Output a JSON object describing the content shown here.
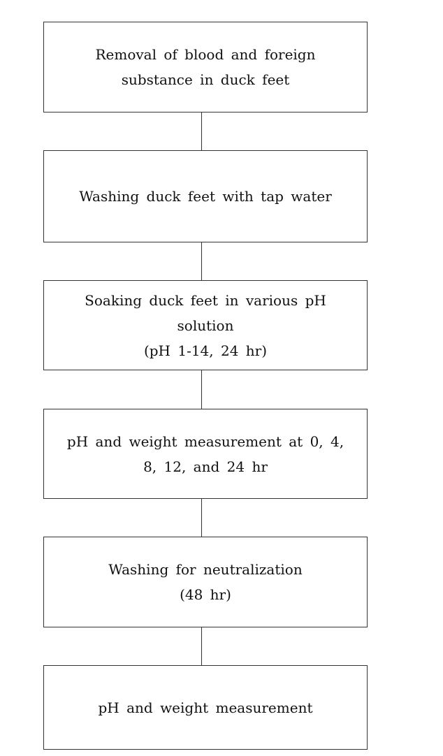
{
  "steps": [
    {
      "lines": [
        "Removal of blood and foreign",
        "substance in duck feet"
      ]
    },
    {
      "lines": [
        "Washing duck feet with tap water"
      ]
    },
    {
      "lines": [
        "Soaking duck feet in various pH",
        "solution",
        "(pH 1-14, 24 hr)"
      ]
    },
    {
      "lines": [
        "pH and weight measurement at 0, 4,",
        "8, 12, and 24 hr"
      ]
    },
    {
      "lines": [
        "Washing for neutralization",
        "(48 hr)"
      ]
    },
    {
      "lines": [
        "pH and weight measurement"
      ]
    }
  ]
}
